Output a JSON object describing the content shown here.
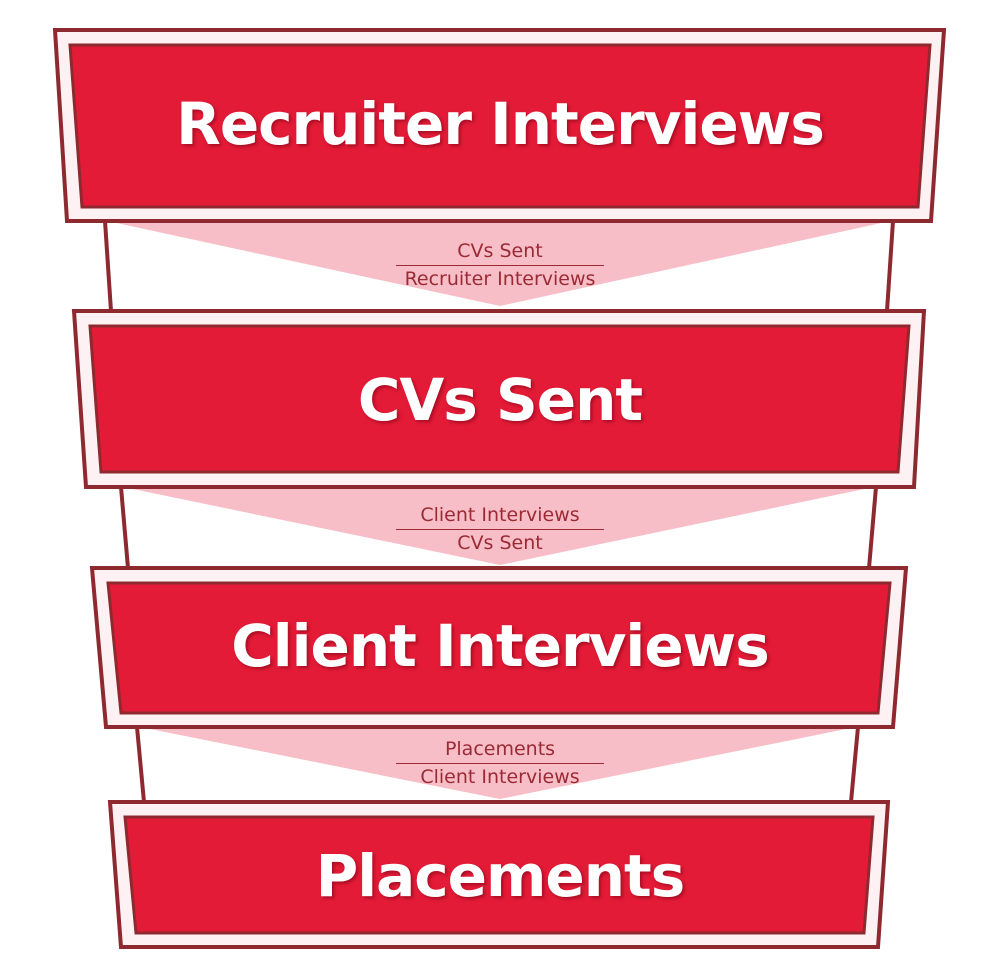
{
  "colors": {
    "stage_fill": "#e31b37",
    "stage_border": "#8e2a2f",
    "stage_inner_outline": "#f9d9e0",
    "connector_fill": "#f8bec7",
    "text_on_stage": "#ffffff",
    "ratio_text": "#9a2a34"
  },
  "stages": [
    {
      "label": "Recruiter Interviews"
    },
    {
      "label": "CVs Sent"
    },
    {
      "label": "Client Interviews"
    },
    {
      "label": "Placements"
    }
  ],
  "ratios": [
    {
      "numerator": "CVs Sent",
      "denominator": "Recruiter Interviews"
    },
    {
      "numerator": "Client Interviews",
      "denominator": "CVs Sent"
    },
    {
      "numerator": "Placements",
      "denominator": "Client Interviews"
    }
  ]
}
